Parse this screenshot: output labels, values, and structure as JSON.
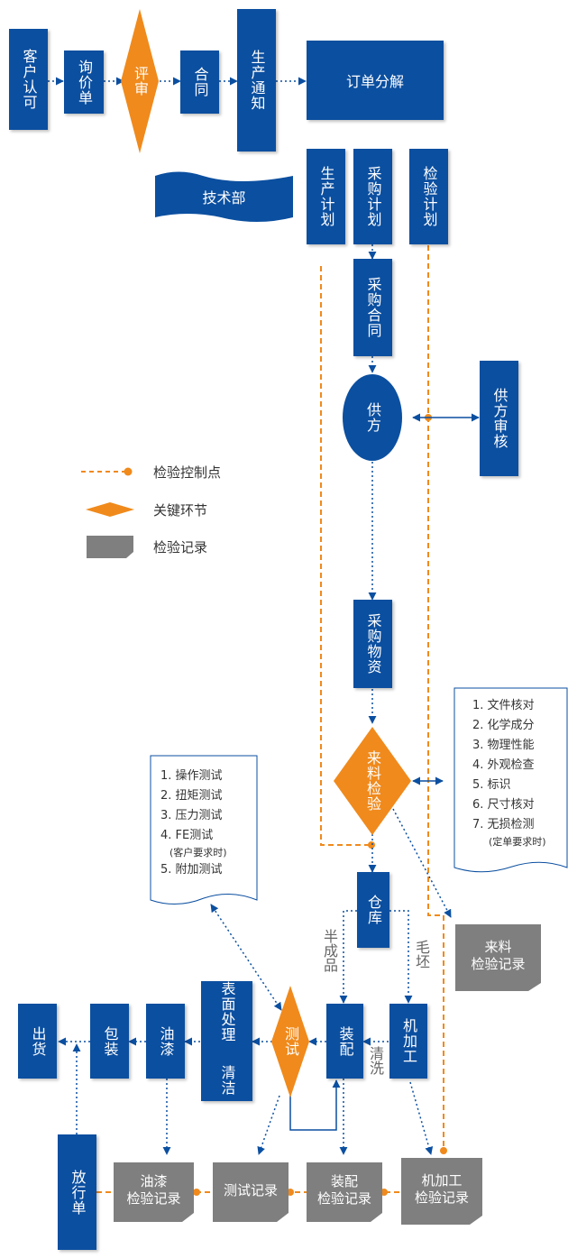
{
  "nodes": {
    "customer_approval": "客户认可",
    "inquiry": "询价单",
    "review": "评审",
    "contract": "合同",
    "production_notice": "生产通知",
    "order_breakdown": "订单分解",
    "tech_dept": "技术部",
    "production_plan": "生产计划",
    "purchase_plan": "采购计划",
    "inspection_plan": "检验计划",
    "purchase_contract": "采购合同",
    "supplier": "供方",
    "supplier_audit": "供方审核",
    "purchased_materials": "采购物资",
    "incoming_inspection": "来料检验",
    "warehouse": "仓库",
    "semi_finished": "半成品",
    "blank": "毛坯",
    "assembly": "装配",
    "machining": "机加工",
    "cleaning": "清洗",
    "test": "测试",
    "surface_treatment": "表面处理",
    "surface_cleaning": "清洁",
    "painting": "油漆",
    "packing": "包装",
    "shipping": "出货",
    "release_note": "放行单"
  },
  "records": {
    "incoming": [
      "来料",
      "检验记录"
    ],
    "painting": [
      "油漆",
      "检验记录"
    ],
    "test": "测试记录",
    "assembly": [
      "装配",
      "检验记录"
    ],
    "machining": [
      "机加工",
      "检验记录"
    ]
  },
  "test_items": [
    "1. 操作测试",
    "2. 扭矩测试",
    "3. 压力测试",
    "4. FE测试",
    "(客户要求时)",
    "5. 附加测试"
  ],
  "incoming_items": [
    "1. 文件核对",
    "2. 化学成分",
    "3. 物理性能",
    "4. 外观检查",
    "5. 标识",
    "6. 尺寸核对",
    "7.  无损检测",
    "(定单要求时)"
  ],
  "legend": {
    "control_point": "检验控制点",
    "key_step": "关键环节",
    "record": "检验记录"
  },
  "colors": {
    "blue": "#0b4fa0",
    "orange": "#f08a1c",
    "gray": "#7f7f7f"
  }
}
